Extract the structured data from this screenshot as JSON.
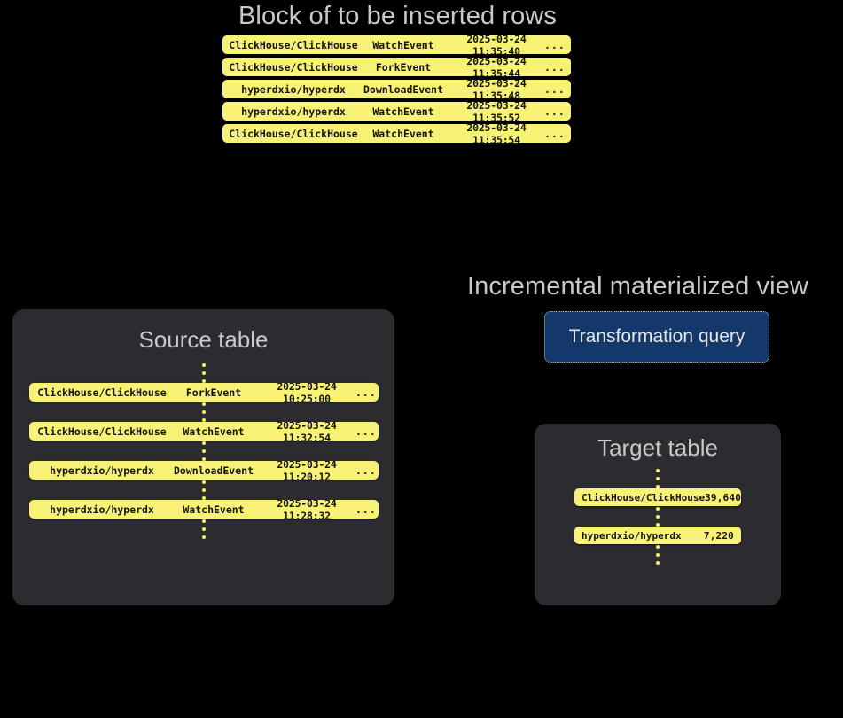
{
  "block": {
    "title": "Block of to be inserted rows",
    "rows": [
      {
        "repo": "ClickHouse/ClickHouse",
        "event": "WatchEvent",
        "timestamp": "2025-03-24 11:35:40",
        "more": "..."
      },
      {
        "repo": "ClickHouse/ClickHouse",
        "event": "ForkEvent",
        "timestamp": "2025-03-24 11:35:44",
        "more": "..."
      },
      {
        "repo": "hyperdxio/hyperdx",
        "event": "DownloadEvent",
        "timestamp": "2025-03-24 11:35:48",
        "more": "..."
      },
      {
        "repo": "hyperdxio/hyperdx",
        "event": "WatchEvent",
        "timestamp": "2025-03-24 11:35:52",
        "more": "..."
      },
      {
        "repo": "ClickHouse/ClickHouse",
        "event": "WatchEvent",
        "timestamp": "2025-03-24 11:35:54",
        "more": "..."
      }
    ]
  },
  "source_table": {
    "title": "Source table",
    "rows": [
      {
        "repo": "ClickHouse/ClickHouse",
        "event": "ForkEvent",
        "timestamp": "2025-03-24 10:25:00",
        "more": "..."
      },
      {
        "repo": "ClickHouse/ClickHouse",
        "event": "WatchEvent",
        "timestamp": "2025-03-24 11:32:54",
        "more": "..."
      },
      {
        "repo": "hyperdxio/hyperdx",
        "event": "DownloadEvent",
        "timestamp": "2025-03-24 11:20:12",
        "more": "..."
      },
      {
        "repo": "hyperdxio/hyperdx",
        "event": "WatchEvent",
        "timestamp": "2025-03-24 11:28:32",
        "more": "..."
      }
    ]
  },
  "materialized_view": {
    "title": "Incremental materialized view",
    "query_label": "Transformation query"
  },
  "target_table": {
    "title": "Target table",
    "rows": [
      {
        "repo": "ClickHouse/ClickHouse",
        "count": "39,640"
      },
      {
        "repo": "hyperdxio/hyperdx",
        "count": "7,220"
      }
    ]
  },
  "colors": {
    "background": "#000000",
    "panel": "#2b2b30",
    "row_yellow": "#f7f275",
    "row_text": "#141414",
    "heading_text": "#c9c9c9",
    "query_fill": "#15386b",
    "query_border": "#b9b9b9",
    "dot": "#f2ef62"
  }
}
